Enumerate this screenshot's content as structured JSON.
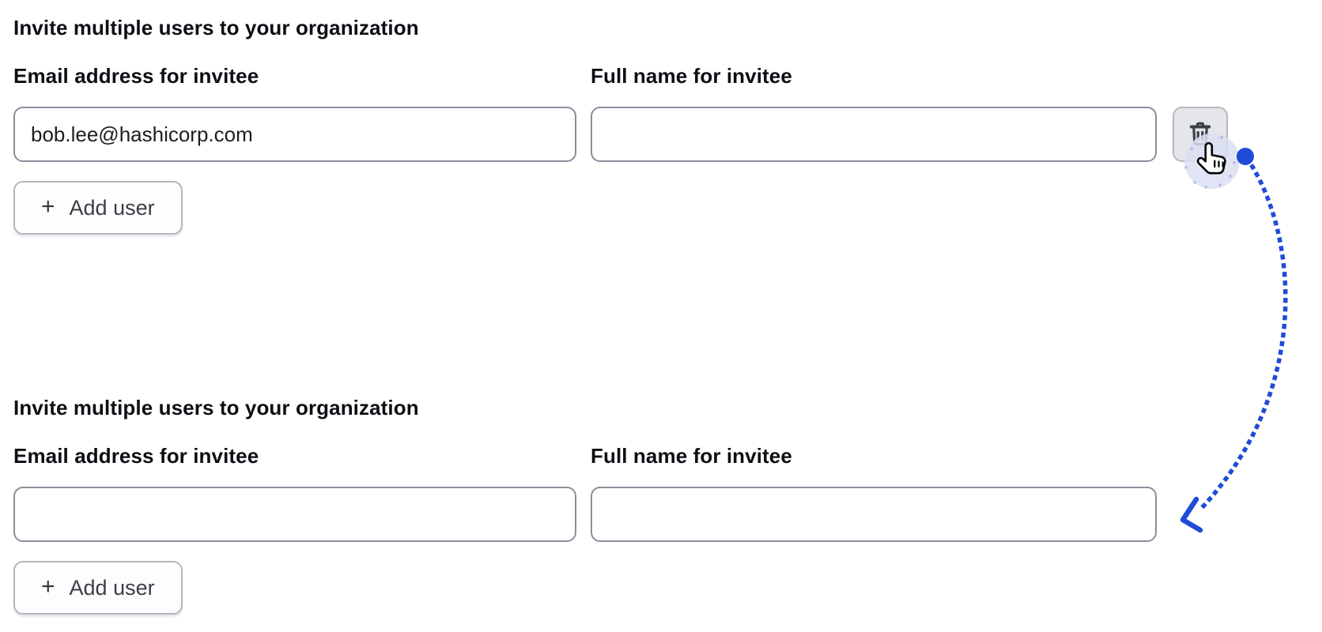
{
  "sections": [
    {
      "heading": "Invite multiple users to your organization",
      "email_label": "Email address for invitee",
      "name_label": "Full name for invitee",
      "email_value": "bob.lee@hashicorp.com",
      "name_value": "",
      "add_user_button": "Add user"
    },
    {
      "heading": "Invite multiple users to your organization",
      "email_label": "Email address for invitee",
      "name_label": "Full name for invitee",
      "email_value": "",
      "name_value": "",
      "add_user_button": "Add user"
    }
  ],
  "icons": {
    "plus": "+",
    "delete_row": "trash-icon",
    "cursor": "hand-pointer-icon"
  },
  "colors": {
    "annotation_blue": "#1e4cd7",
    "click_ripple": "#dbdff2",
    "input_border": "#8a8e9b",
    "trash_button_bg": "#e5e6ea",
    "text": "#0d0f14"
  }
}
